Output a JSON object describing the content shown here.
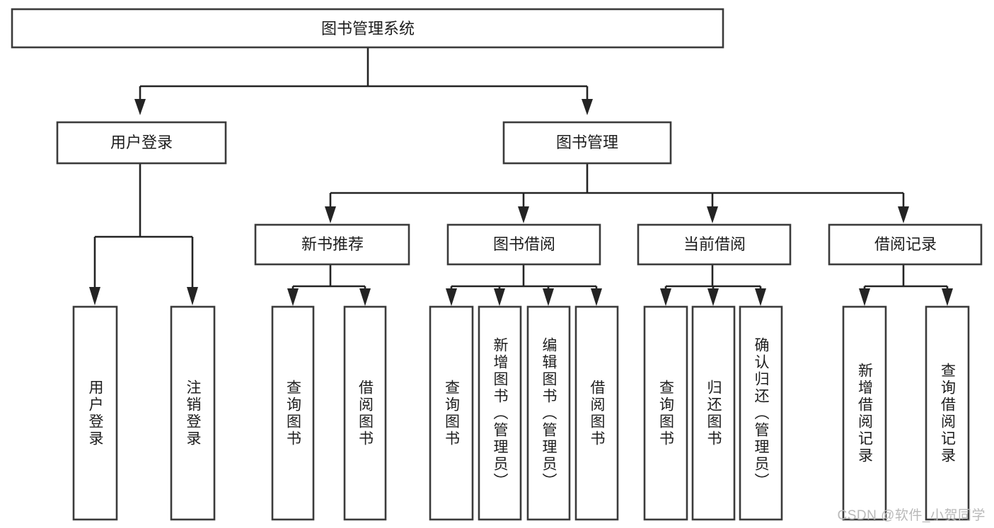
{
  "diagram": {
    "title": "图书管理系统",
    "type": "tree-hierarchy",
    "root": {
      "label": "图书管理系统",
      "orientation": "horizontal"
    },
    "level2": [
      {
        "label": "用户登录",
        "orientation": "horizontal"
      },
      {
        "label": "图书管理",
        "orientation": "horizontal"
      }
    ],
    "level3": [
      {
        "label": "新书推荐",
        "orientation": "horizontal"
      },
      {
        "label": "图书借阅",
        "orientation": "horizontal"
      },
      {
        "label": "当前借阅",
        "orientation": "horizontal"
      },
      {
        "label": "借阅记录",
        "orientation": "horizontal"
      }
    ],
    "leaves": {
      "user_login": [
        {
          "label": "用户登录",
          "orientation": "vertical"
        },
        {
          "label": "注销登录",
          "orientation": "vertical"
        }
      ],
      "new_book_recommend": [
        {
          "label": "查询图书",
          "orientation": "vertical"
        },
        {
          "label": "借阅图书",
          "orientation": "vertical"
        }
      ],
      "book_borrow": [
        {
          "label": "查询图书",
          "orientation": "vertical"
        },
        {
          "label": "新增图书（管理员）",
          "orientation": "vertical"
        },
        {
          "label": "编辑图书（管理员）",
          "orientation": "vertical"
        },
        {
          "label": "借阅图书",
          "orientation": "vertical"
        }
      ],
      "current_borrow": [
        {
          "label": "查询图书",
          "orientation": "vertical"
        },
        {
          "label": "归还图书",
          "orientation": "vertical"
        },
        {
          "label": "确认归还（管理员）",
          "orientation": "vertical"
        }
      ],
      "borrow_records": [
        {
          "label": "新增借阅记录",
          "orientation": "vertical"
        },
        {
          "label": "查询借阅记录",
          "orientation": "vertical"
        }
      ]
    },
    "colors": {
      "box_stroke": "#3b3b3b",
      "line": "#242424",
      "box_fill": "#ffffff",
      "text": "#1d1d1d",
      "watermark": "#b9b9b9",
      "background": "#ffffff"
    }
  },
  "watermark": {
    "text": "CSDN @软件_小贺同学"
  }
}
